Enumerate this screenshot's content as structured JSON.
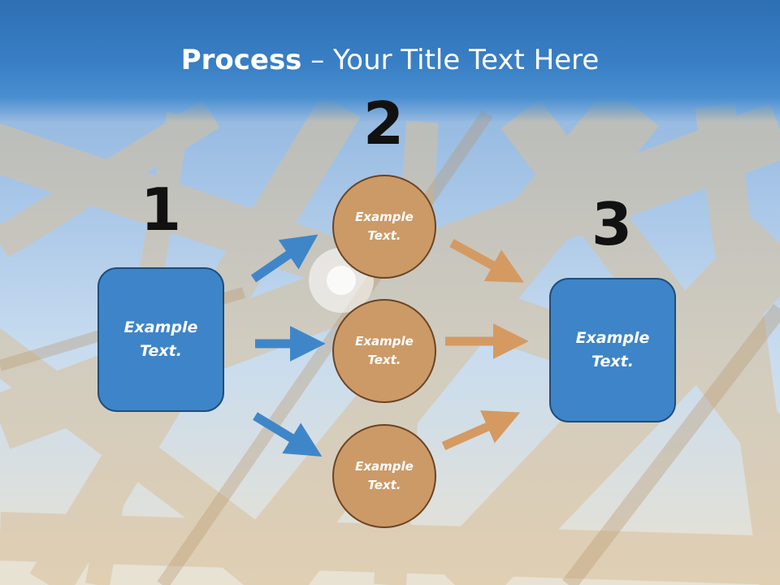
{
  "title": {
    "bold": "Process",
    "rest": " – Your Title Text Here"
  },
  "steps": {
    "one": {
      "number": "1",
      "box_text": "Example Text."
    },
    "two": {
      "number": "2",
      "circles": [
        "Example Text.",
        "Example Text.",
        "Example Text."
      ]
    },
    "three": {
      "number": "3",
      "box_text": "Example Text."
    }
  },
  "colors": {
    "header": "#3a80c6",
    "box": "#3d85c8",
    "circle": "#cc9a67",
    "arrow_blue": "#3f86c9",
    "arrow_orange": "#d49a62"
  }
}
